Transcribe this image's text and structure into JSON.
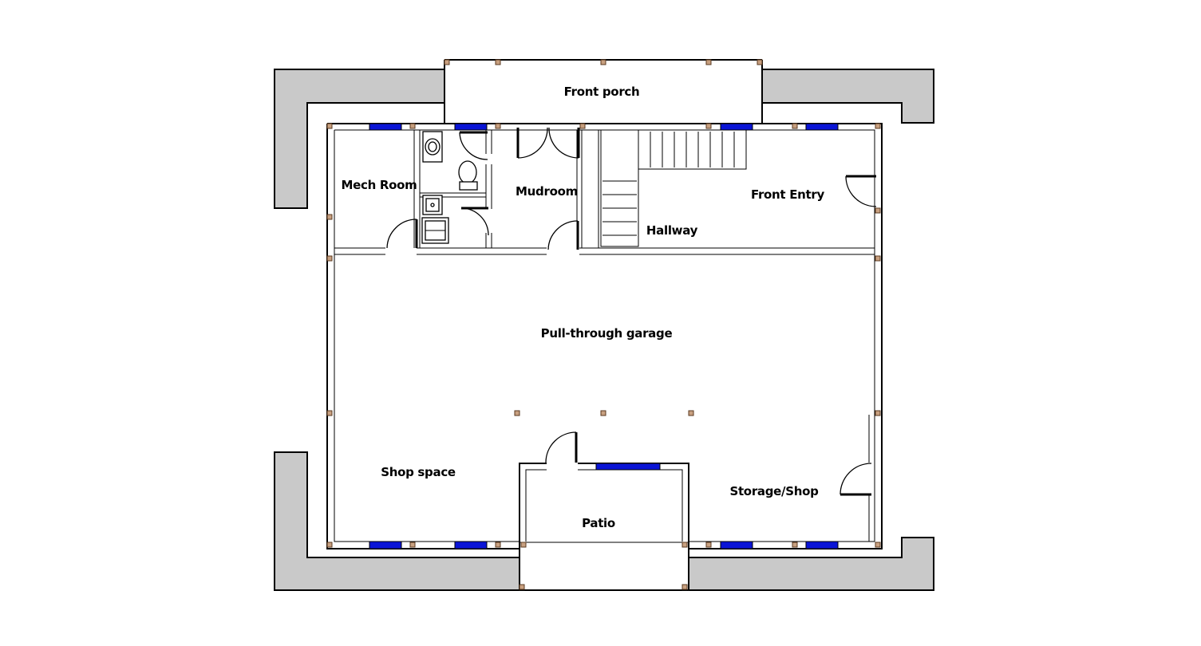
{
  "plan": {
    "rooms": {
      "front_porch": "Front porch",
      "mech_room": "Mech Room",
      "mudroom": "Mudroom",
      "front_entry": "Front Entry",
      "hallway": "Hallway",
      "garage": "Pull-through garage",
      "shop_space": "Shop space",
      "patio": "Patio",
      "storage_shop": "Storage/Shop"
    },
    "colors": {
      "retaining_wall": "#c9c9c9",
      "window": "#0a14d6",
      "post": "#c8a080",
      "wall": "#000000"
    },
    "icons": [
      "sink-icon",
      "toilet-icon",
      "washer-icon",
      "stair-icon",
      "door-swing-icon"
    ]
  }
}
